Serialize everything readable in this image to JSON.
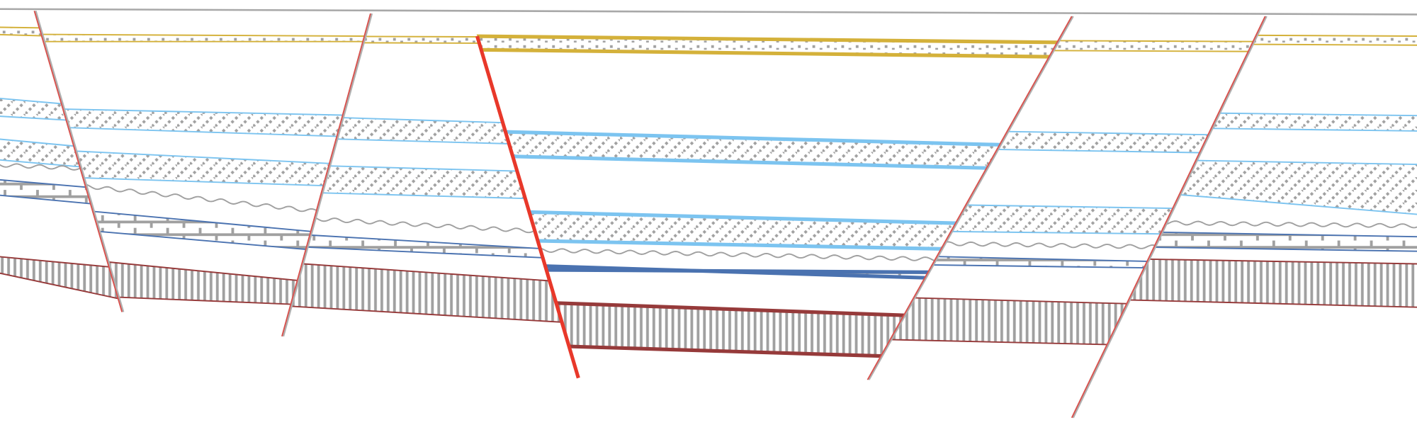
{
  "diagram": {
    "type": "geological-cross-section",
    "colors": {
      "ground": "#a8a8a8",
      "sand_boundary": "#d4b13a",
      "hatched_boundary": "#7cc4f0",
      "limestone_boundary": "#4a72b0",
      "striped_boundary": "#963a3a",
      "pattern": "#a0a0a0",
      "main_fault": "#e8382a",
      "minor_fault": "#d9534f"
    },
    "layers": [
      {
        "id": "sand",
        "pattern": "dots"
      },
      {
        "id": "upper-hatched",
        "pattern": "diagonal"
      },
      {
        "id": "lower-hatched",
        "pattern": "diagonal"
      },
      {
        "id": "unconformity",
        "pattern": "wavy"
      },
      {
        "id": "limestone",
        "pattern": "brick"
      },
      {
        "id": "striped",
        "pattern": "vertical"
      }
    ],
    "fault_count": 5,
    "block_count": 6
  }
}
